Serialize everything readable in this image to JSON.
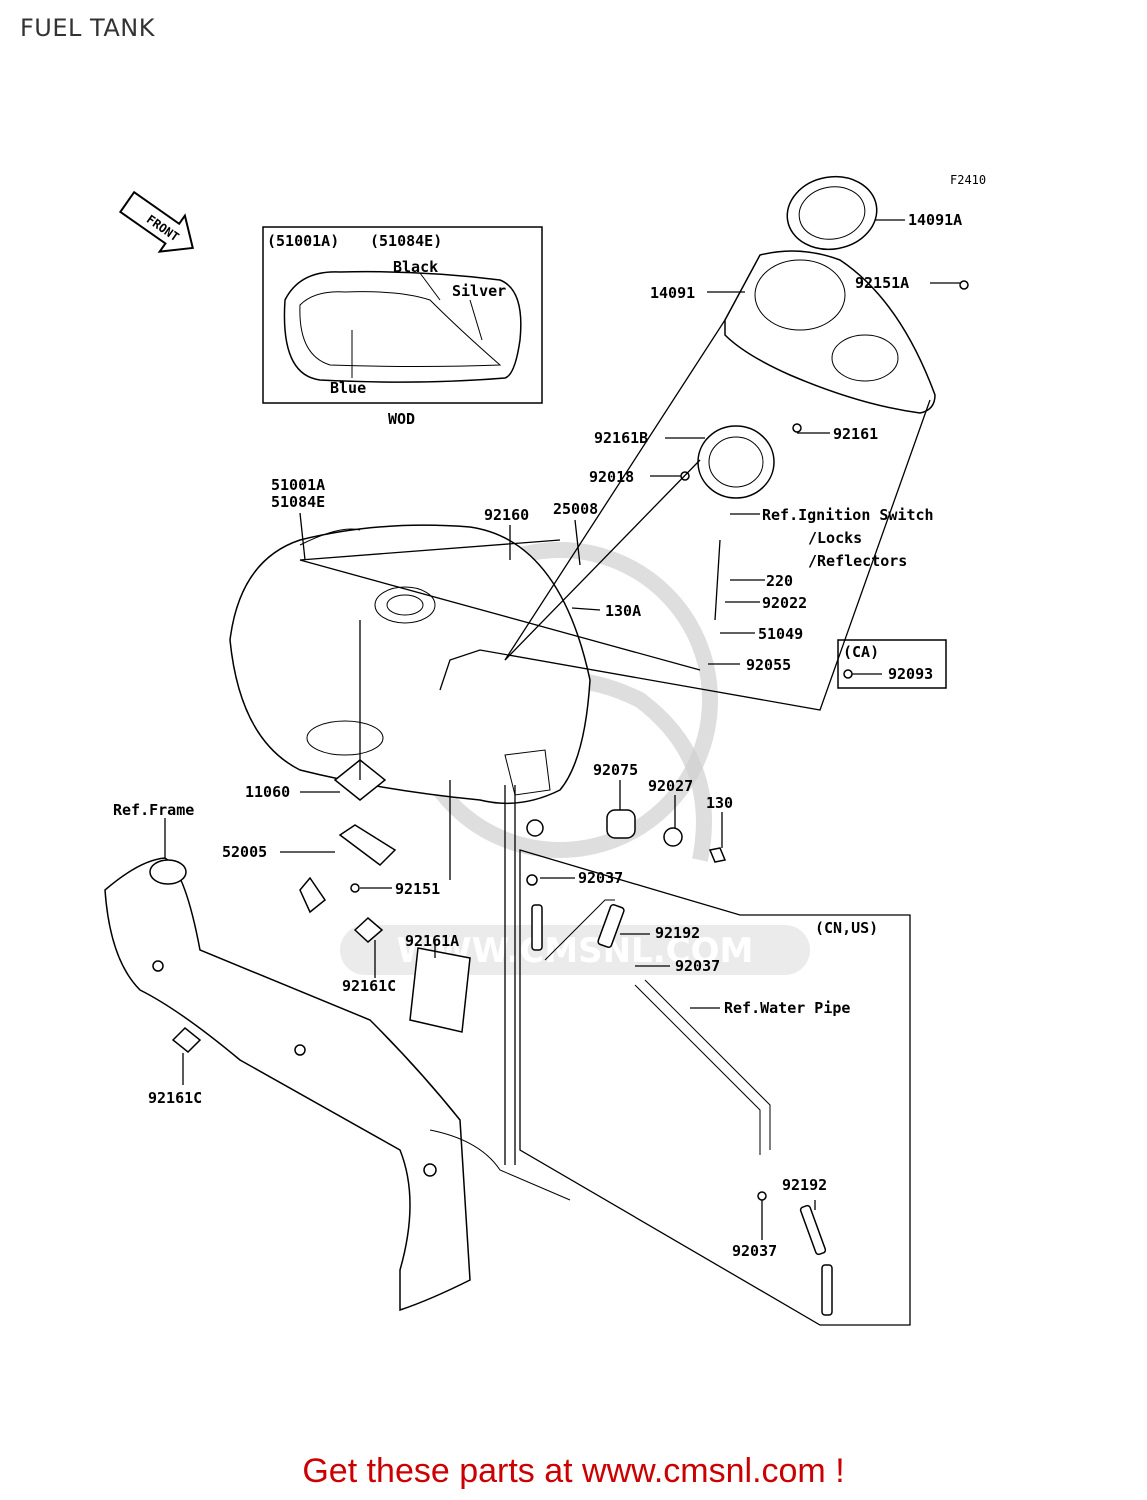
{
  "title": "FUEL TANK",
  "figure_code": "F2410",
  "front_arrow": "FRONT",
  "inset": {
    "refs": [
      "(51001A)",
      "(51084E)"
    ],
    "colors": [
      "Black",
      "Silver",
      "Blue"
    ],
    "caption": "WOD"
  },
  "labels": {
    "p14091A": "14091A",
    "p14091": "14091",
    "p92151A": "92151A",
    "p92161": "92161",
    "p92161B": "92161B",
    "p92018": "92018",
    "p51001A": "51001A",
    "p51084E": "51084E",
    "p92160": "92160",
    "p25008": "25008",
    "p130A": "130A",
    "ref_ign_1": "Ref.Ignition Switch",
    "ref_ign_2": "/Locks",
    "ref_ign_3": "/Reflectors",
    "p220": "220",
    "p92022": "92022",
    "p51049": "51049",
    "p92055": "92055",
    "ca": "(CA)",
    "p92093": "92093",
    "p11060": "11060",
    "ref_frame": "Ref.Frame",
    "p52005": "52005",
    "p92151": "92151",
    "p92075": "92075",
    "p92027": "92027",
    "p130": "130",
    "p92037a": "92037",
    "p92161A": "92161A",
    "p92161Ca": "92161C",
    "p92161Cb": "92161C",
    "p92192a": "92192",
    "p92037b": "92037",
    "cnus": "(CN,US)",
    "ref_water": "Ref.Water Pipe",
    "p92192b": "92192",
    "p92037c": "92037"
  },
  "watermark": "WWW.CMSNL.COM",
  "promo": "Get these parts at www.cmsnl.com !"
}
